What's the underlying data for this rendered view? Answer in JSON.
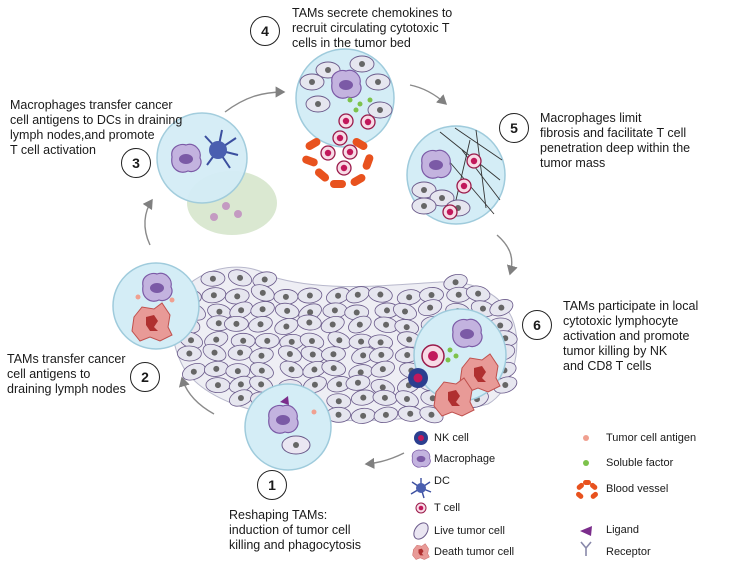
{
  "steps": [
    {
      "number": "1",
      "text": "Reshaping TAMs:\ninduction of tumor cell\nkilling and phagocytosis"
    },
    {
      "number": "2",
      "text": "TAMs transfer cancer\ncell antigens to\ndraining lymph nodes"
    },
    {
      "number": "3",
      "text": "Macrophages transfer cancer\ncell antigens to DCs in draining\nlymph nodes,and promote\nT cell activation"
    },
    {
      "number": "4",
      "text": "TAMs secrete chemokines to\nrecruit circulating cytotoxic T\ncells in the tumor bed"
    },
    {
      "number": "5",
      "text": "Macrophages limit\nfibrosis and facilitate T cell\npenetration deep within the\ntumor mass"
    },
    {
      "number": "6",
      "text": "TAMs participate in local\ncytotoxic lymphocyte\nactivation and promote\ntumor killing by NK\nand CD8 T cells"
    }
  ],
  "legend": [
    {
      "icon": "nk-cell-icon",
      "label": "NK cell"
    },
    {
      "icon": "macrophage-icon",
      "label": "Macrophage"
    },
    {
      "icon": "dc-icon",
      "label": "DC"
    },
    {
      "icon": "t-cell-icon",
      "label": "T cell"
    },
    {
      "icon": "live-tumor-cell-icon",
      "label": "Live tumor cell"
    },
    {
      "icon": "death-tumor-cell-icon",
      "label": "Death tumor cell"
    },
    {
      "icon": "tumor-cell-antigen-icon",
      "label": "Tumor cell antigen"
    },
    {
      "icon": "soluble-factor-icon",
      "label": "Soluble factor"
    },
    {
      "icon": "blood-vessel-icon",
      "label": "Blood vessel"
    },
    {
      "icon": "ligand-icon",
      "label": "Ligand"
    },
    {
      "icon": "receptor-icon",
      "label": "Receptor"
    }
  ],
  "colors": {
    "macrophage": "#7b5aa6",
    "tumor_cell_fill": "#e6e6ef",
    "death_tumor_cell": "#e07b78",
    "t_cell": "#c2185b",
    "nk_cell": "#2b3f8f",
    "dc": "#4a5fb0",
    "soluble_factor": "#7dc24b",
    "blood_vessel": "#e8521e",
    "inset_fill": "#d4edf6"
  }
}
